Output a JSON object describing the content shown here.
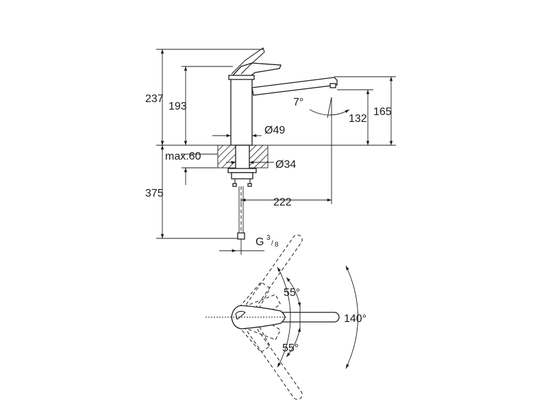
{
  "dimensions": {
    "height_total": "237",
    "height_spout_top": "193",
    "height_outlet_max": "165",
    "height_outlet": "132",
    "spout_angle": "7°",
    "body_diameter": "Ø49",
    "hole_diameter": "Ø34",
    "max_deck": "max.60",
    "below_deck": "375",
    "spout_reach": "222",
    "connection_main": "G",
    "connection_frac_num": "3",
    "connection_frac_den": "8"
  },
  "plan_view": {
    "angle_upper": "55°",
    "angle_lower": "55°",
    "angle_total": "140°"
  }
}
